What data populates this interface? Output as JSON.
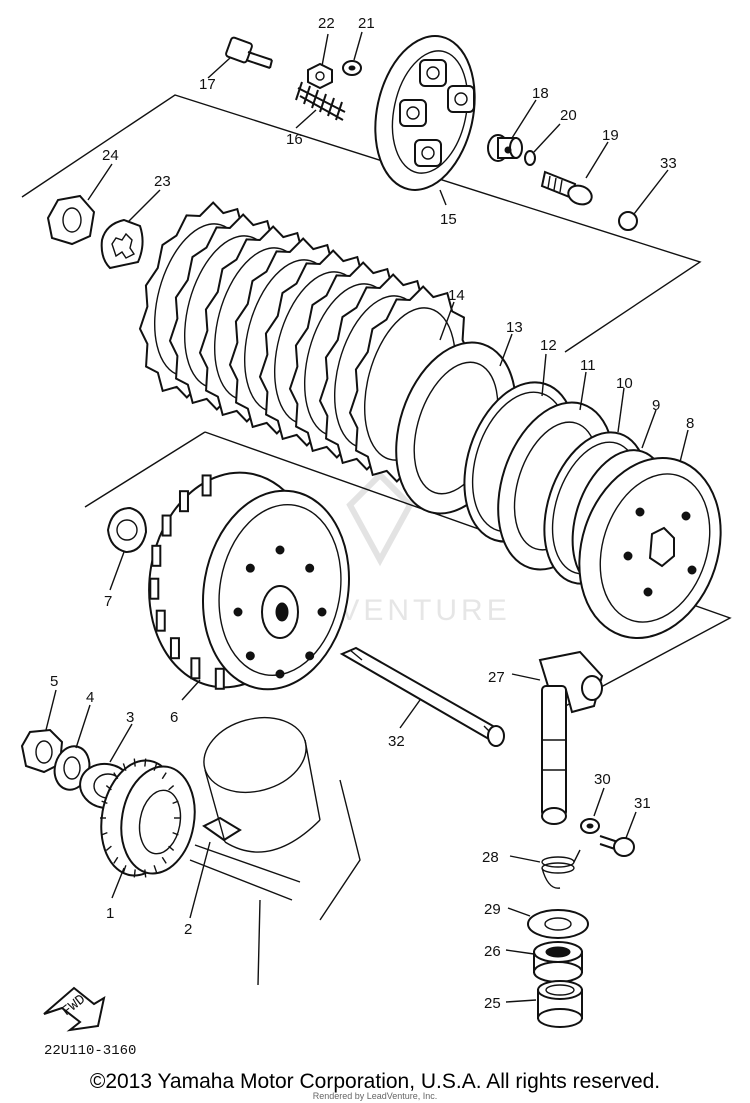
{
  "diagram_code": "22U110-3160",
  "fwd_label": "FWD",
  "watermark": "LEADVENTURE",
  "copyright": "©2013 Yamaha Motor Corporation, U.S.A. All rights reserved.",
  "rendered_by": "Rendered by LeadVenture, Inc.",
  "callouts": {
    "c1": "1",
    "c2": "2",
    "c3": "3",
    "c4": "4",
    "c5": "5",
    "c6": "6",
    "c7": "7",
    "c8": "8",
    "c9": "9",
    "c10": "10",
    "c11": "11",
    "c12": "12",
    "c13": "13",
    "c14": "14",
    "c15": "15",
    "c16": "16",
    "c17": "17",
    "c18": "18",
    "c19": "19",
    "c20": "20",
    "c21": "21",
    "c22": "22",
    "c23": "23",
    "c24": "24",
    "c25": "25",
    "c26": "26",
    "c27": "27",
    "c28": "28",
    "c29": "29",
    "c30": "30",
    "c31": "31",
    "c32": "32",
    "c33": "33"
  }
}
